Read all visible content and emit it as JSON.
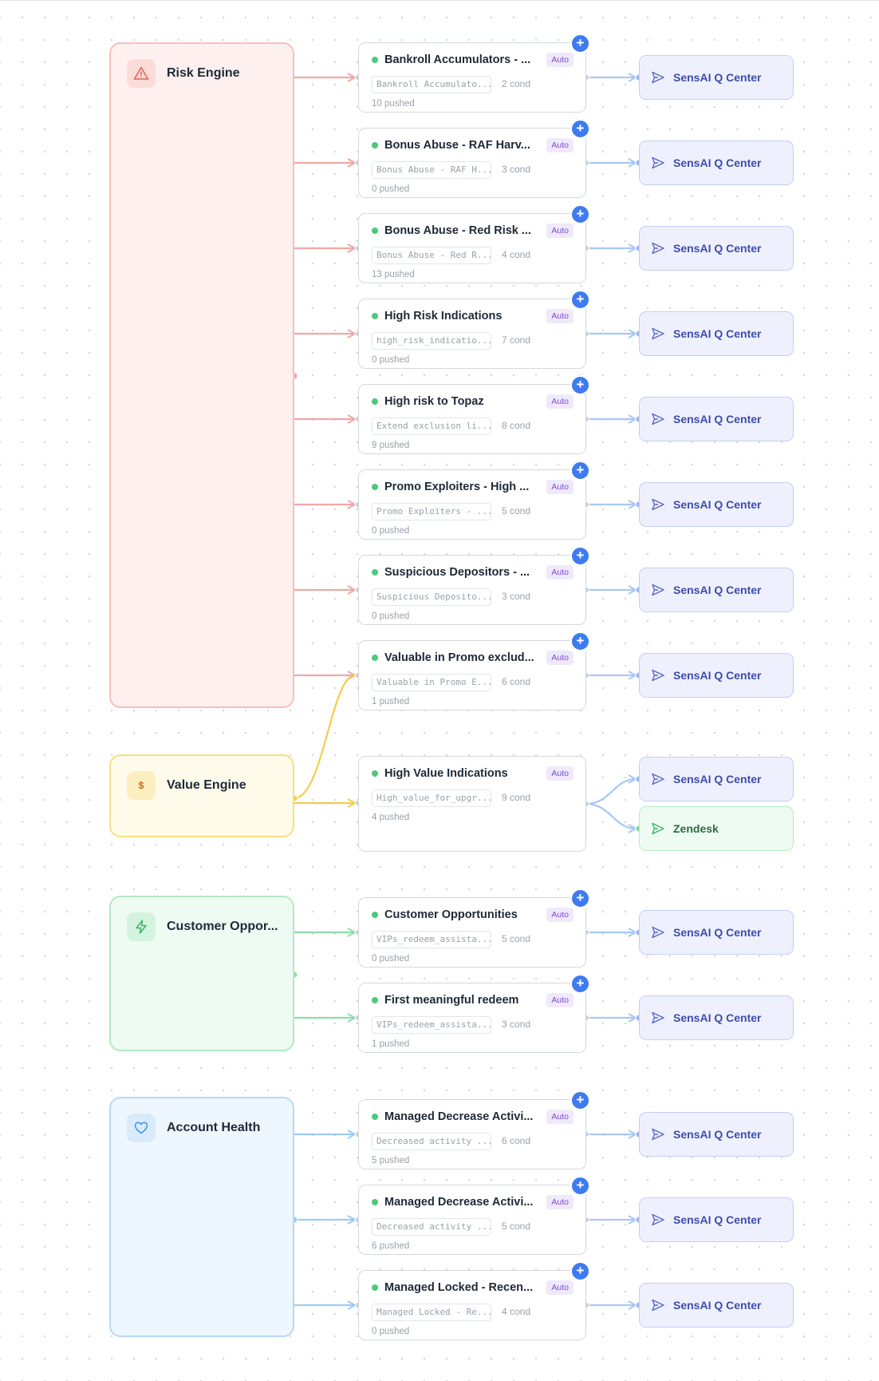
{
  "groups": [
    {
      "key": "risk",
      "title": "Risk Engine",
      "icon": "warning-triangle-icon",
      "color": "#f08c86"
    },
    {
      "key": "value",
      "title": "Value Engine",
      "icon": "dollar-icon",
      "color": "#f5cc4a"
    },
    {
      "key": "cust",
      "title": "Customer Oppor...",
      "icon": "lightning-bolt-icon",
      "color": "#7ddc9c"
    },
    {
      "key": "acct",
      "title": "Account Health",
      "icon": "heart-icon",
      "color": "#8cc3f2"
    }
  ],
  "cards": [
    {
      "name": "Bankroll Accumulators - ...",
      "badge": "Auto",
      "condition_text": "Bankroll Accumulato...",
      "cond": "2 cond",
      "pushed": "10 pushed"
    },
    {
      "name": "Bonus Abuse - RAF Harv...",
      "badge": "Auto",
      "condition_text": "Bonus Abuse - RAF H...",
      "cond": "3 cond",
      "pushed": "0 pushed"
    },
    {
      "name": "Bonus Abuse - Red Risk ...",
      "badge": "Auto",
      "condition_text": "Bonus Abuse - Red R...",
      "cond": "4 cond",
      "pushed": "13 pushed"
    },
    {
      "name": "High Risk Indications",
      "badge": "Auto",
      "condition_text": "high_risk_indicatio...",
      "cond": "7 cond",
      "pushed": "0 pushed"
    },
    {
      "name": "High risk to Topaz",
      "badge": "Auto",
      "condition_text": "Extend exclusion li...",
      "cond": "8 cond",
      "pushed": "9 pushed"
    },
    {
      "name": "Promo Exploiters - High ...",
      "badge": "Auto",
      "condition_text": "Promo Exploiters - ...",
      "cond": "5 cond",
      "pushed": "0 pushed"
    },
    {
      "name": "Suspicious Depositors - ...",
      "badge": "Auto",
      "condition_text": "Suspicious Deposito...",
      "cond": "3 cond",
      "pushed": "0 pushed"
    },
    {
      "name": "Valuable in Promo exclud...",
      "badge": "Auto",
      "condition_text": "Valuable in Promo E...",
      "cond": "6 cond",
      "pushed": "1 pushed"
    },
    {
      "name": "High Value Indications",
      "badge": "Auto",
      "condition_text": "High_value_for_upgr...",
      "cond": "9 cond",
      "pushed": "4 pushed"
    },
    {
      "name": "Customer Opportunities",
      "badge": "Auto",
      "condition_text": "VIPs_redeem_assista...",
      "cond": "5 cond",
      "pushed": "0 pushed"
    },
    {
      "name": "First meaningful redeem",
      "badge": "Auto",
      "condition_text": "VIPs_redeem_assista...",
      "cond": "3 cond",
      "pushed": "1 pushed"
    },
    {
      "name": "Managed Decrease Activi...",
      "badge": "Auto",
      "condition_text": "Decreased activity ...",
      "cond": "6 cond",
      "pushed": "5 pushed"
    },
    {
      "name": "Managed Decrease Activi...",
      "badge": "Auto",
      "condition_text": "Decreased activity ...",
      "cond": "5 cond",
      "pushed": "6 pushed"
    },
    {
      "name": "Managed Locked - Recen...",
      "badge": "Auto",
      "condition_text": "Managed Locked - Re...",
      "cond": "4 cond",
      "pushed": "0 pushed"
    }
  ],
  "destinations": [
    {
      "label": "SensAI Q Center",
      "icon": "send-icon"
    },
    {
      "label": "SensAI Q Center",
      "icon": "send-icon"
    },
    {
      "label": "SensAI Q Center",
      "icon": "send-icon"
    },
    {
      "label": "SensAI Q Center",
      "icon": "send-icon"
    },
    {
      "label": "SensAI Q Center",
      "icon": "send-icon"
    },
    {
      "label": "SensAI Q Center",
      "icon": "send-icon"
    },
    {
      "label": "SensAI Q Center",
      "icon": "send-icon"
    },
    {
      "label": "SensAI Q Center",
      "icon": "send-icon"
    },
    {
      "label": "SensAI Q Center",
      "icon": "send-icon"
    },
    {
      "label": "Zendesk",
      "icon": "send-icon"
    },
    {
      "label": "SensAI Q Center",
      "icon": "send-icon"
    },
    {
      "label": "SensAI Q Center",
      "icon": "send-icon"
    },
    {
      "label": "SensAI Q Center",
      "icon": "send-icon"
    },
    {
      "label": "SensAI Q Center",
      "icon": "send-icon"
    },
    {
      "label": "SensAI Q Center",
      "icon": "send-icon"
    }
  ],
  "colors": {
    "risk_wire": "#f0a8a4",
    "value_wire": "#f5cc4a",
    "cust_wire": "#8fdcaa",
    "acct_wire": "#9ccbf3",
    "dest_wire": "#a9c7f5",
    "add_button": "#3e7bf0",
    "status_dot": "#4cc97a"
  }
}
